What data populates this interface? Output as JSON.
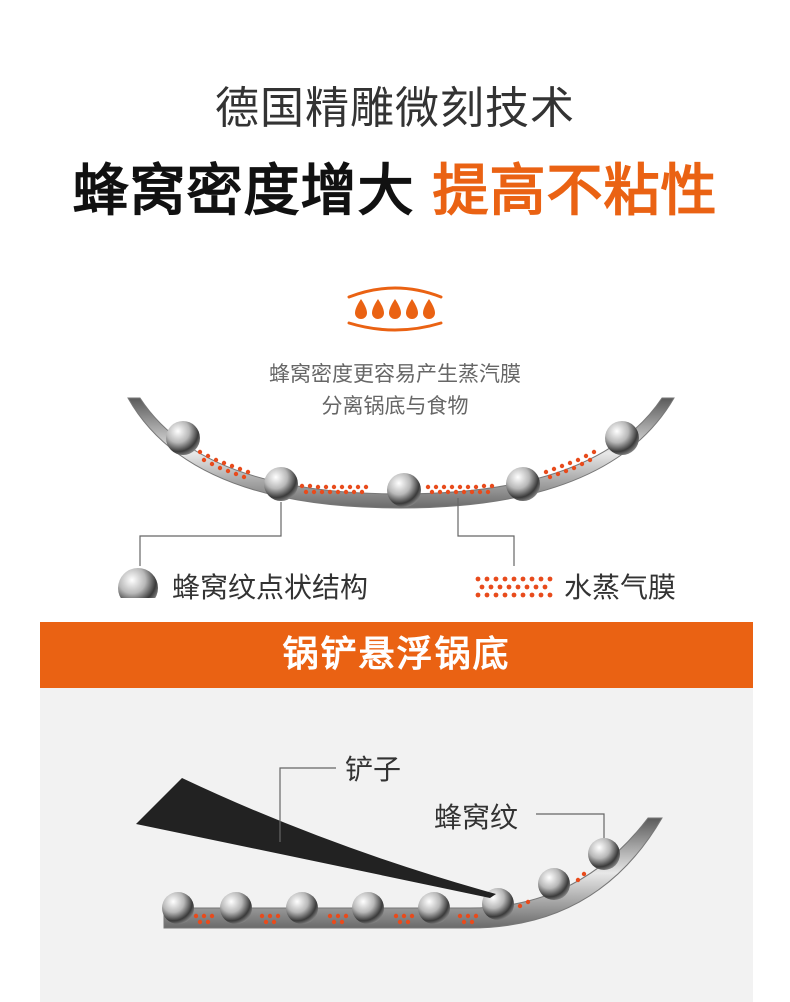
{
  "header": {
    "subtitle": "德国精雕微刻技术",
    "headline_main": "蜂窝密度增大",
    "headline_accent": "提高不粘性"
  },
  "diagram_top": {
    "icon": "water-drops-icon",
    "description_line1": "蜂窝密度更容易产生蒸汽膜",
    "description_line2": "分离锅底与食物",
    "legend_dot": "蜂窝纹点状结构",
    "legend_steam": "水蒸气膜"
  },
  "banner": {
    "title": "锅铲悬浮锅底"
  },
  "diagram_bottom": {
    "label_spatula": "铲子",
    "label_honeycomb": "蜂窝纹"
  },
  "colors": {
    "accent": "#ea6213",
    "steam": "#e84b1c",
    "text_dark": "#111111",
    "panel_bg": "#f2f2f2"
  }
}
